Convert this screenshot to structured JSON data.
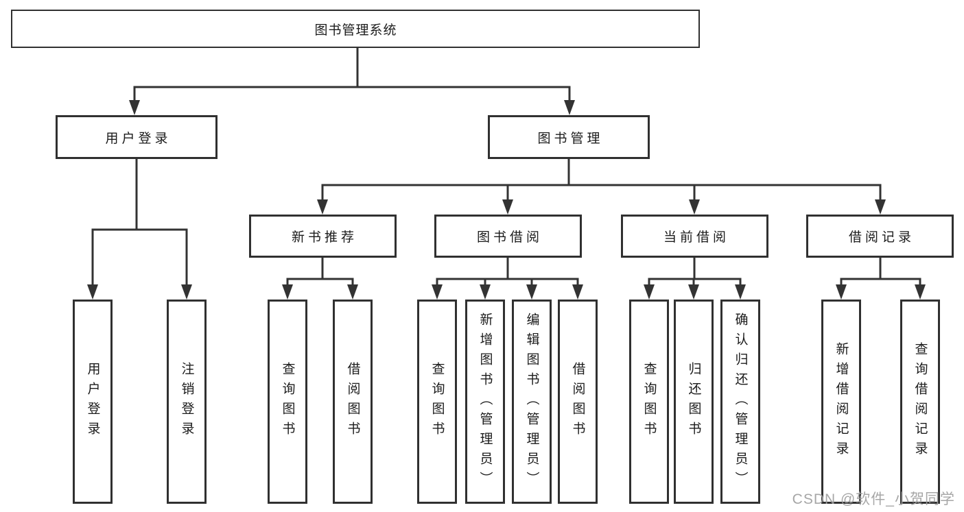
{
  "diagram": {
    "root": {
      "label": "图书管理系统"
    },
    "children": [
      {
        "label": "用户登录",
        "children": [
          {
            "label": "用户登录"
          },
          {
            "label": "注销登录"
          }
        ]
      },
      {
        "label": "图书管理",
        "children": [
          {
            "label": "新书推荐",
            "children": [
              {
                "label": "查询图书"
              },
              {
                "label": "借阅图书"
              }
            ]
          },
          {
            "label": "图书借阅",
            "children": [
              {
                "label": "查询图书"
              },
              {
                "label": "新增图书（管理员）"
              },
              {
                "label": "编辑图书（管理员）"
              },
              {
                "label": "借阅图书"
              }
            ]
          },
          {
            "label": "当前借阅",
            "children": [
              {
                "label": "查询图书"
              },
              {
                "label": "归还图书"
              },
              {
                "label": "确认归还（管理员）"
              }
            ]
          },
          {
            "label": "借阅记录",
            "children": [
              {
                "label": "新增借阅记录"
              },
              {
                "label": "查询借阅记录"
              }
            ]
          }
        ]
      }
    ]
  },
  "watermark": {
    "text": "CSDN @软件_小贺同学"
  },
  "colors": {
    "line": "#333333",
    "box_border": "#303030",
    "text": "#1b1b1b",
    "watermark": "#9e9e9e",
    "background": "#ffffff"
  }
}
